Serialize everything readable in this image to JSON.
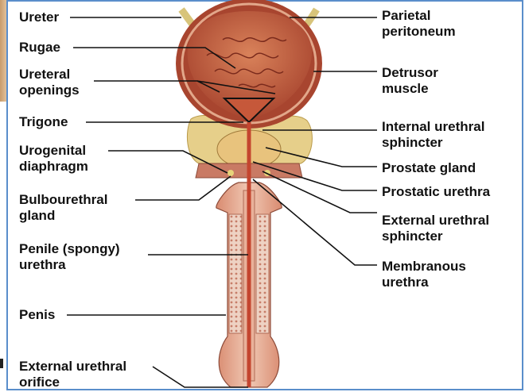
{
  "labels_left": [
    {
      "id": "ureter",
      "lines": [
        "Ureter"
      ]
    },
    {
      "id": "rugae",
      "lines": [
        "Rugae"
      ]
    },
    {
      "id": "ureteral-openings",
      "lines": [
        "Ureteral",
        "openings"
      ]
    },
    {
      "id": "trigone",
      "lines": [
        "Trigone"
      ]
    },
    {
      "id": "urogenital-diaphragm",
      "lines": [
        "Urogenital",
        "diaphragm"
      ]
    },
    {
      "id": "bulbourethral-gland",
      "lines": [
        "Bulbourethral",
        "gland"
      ]
    },
    {
      "id": "penile-urethra",
      "lines": [
        "Penile (spongy)",
        "urethra"
      ]
    },
    {
      "id": "penis",
      "lines": [
        "Penis"
      ]
    },
    {
      "id": "external-urethral-orifice",
      "lines": [
        "External urethral",
        "orifice"
      ]
    }
  ],
  "labels_right": [
    {
      "id": "parietal-peritoneum",
      "lines": [
        "Parietal",
        "peritoneum"
      ]
    },
    {
      "id": "detrusor-muscle",
      "lines": [
        "Detrusor",
        "muscle"
      ]
    },
    {
      "id": "internal-urethral-sphincter",
      "lines": [
        "Internal urethral",
        "sphincter"
      ]
    },
    {
      "id": "prostate-gland",
      "lines": [
        "Prostate gland"
      ]
    },
    {
      "id": "prostatic-urethra",
      "lines": [
        "Prostatic urethra"
      ]
    },
    {
      "id": "external-urethral-sphincter",
      "lines": [
        "External urethral",
        "sphincter"
      ]
    },
    {
      "id": "membranous-urethra",
      "lines": [
        "Membranous",
        "urethra"
      ]
    }
  ],
  "colors": {
    "frame": "#5a8ecb",
    "bladder_outer": "#a8452f",
    "bladder_inner": "#c8673f",
    "muscle": "#d98b6c",
    "fat": "#e6cf8a",
    "prostate": "#e8c37d",
    "urethra": "#d46a52",
    "leader": "#111111"
  }
}
